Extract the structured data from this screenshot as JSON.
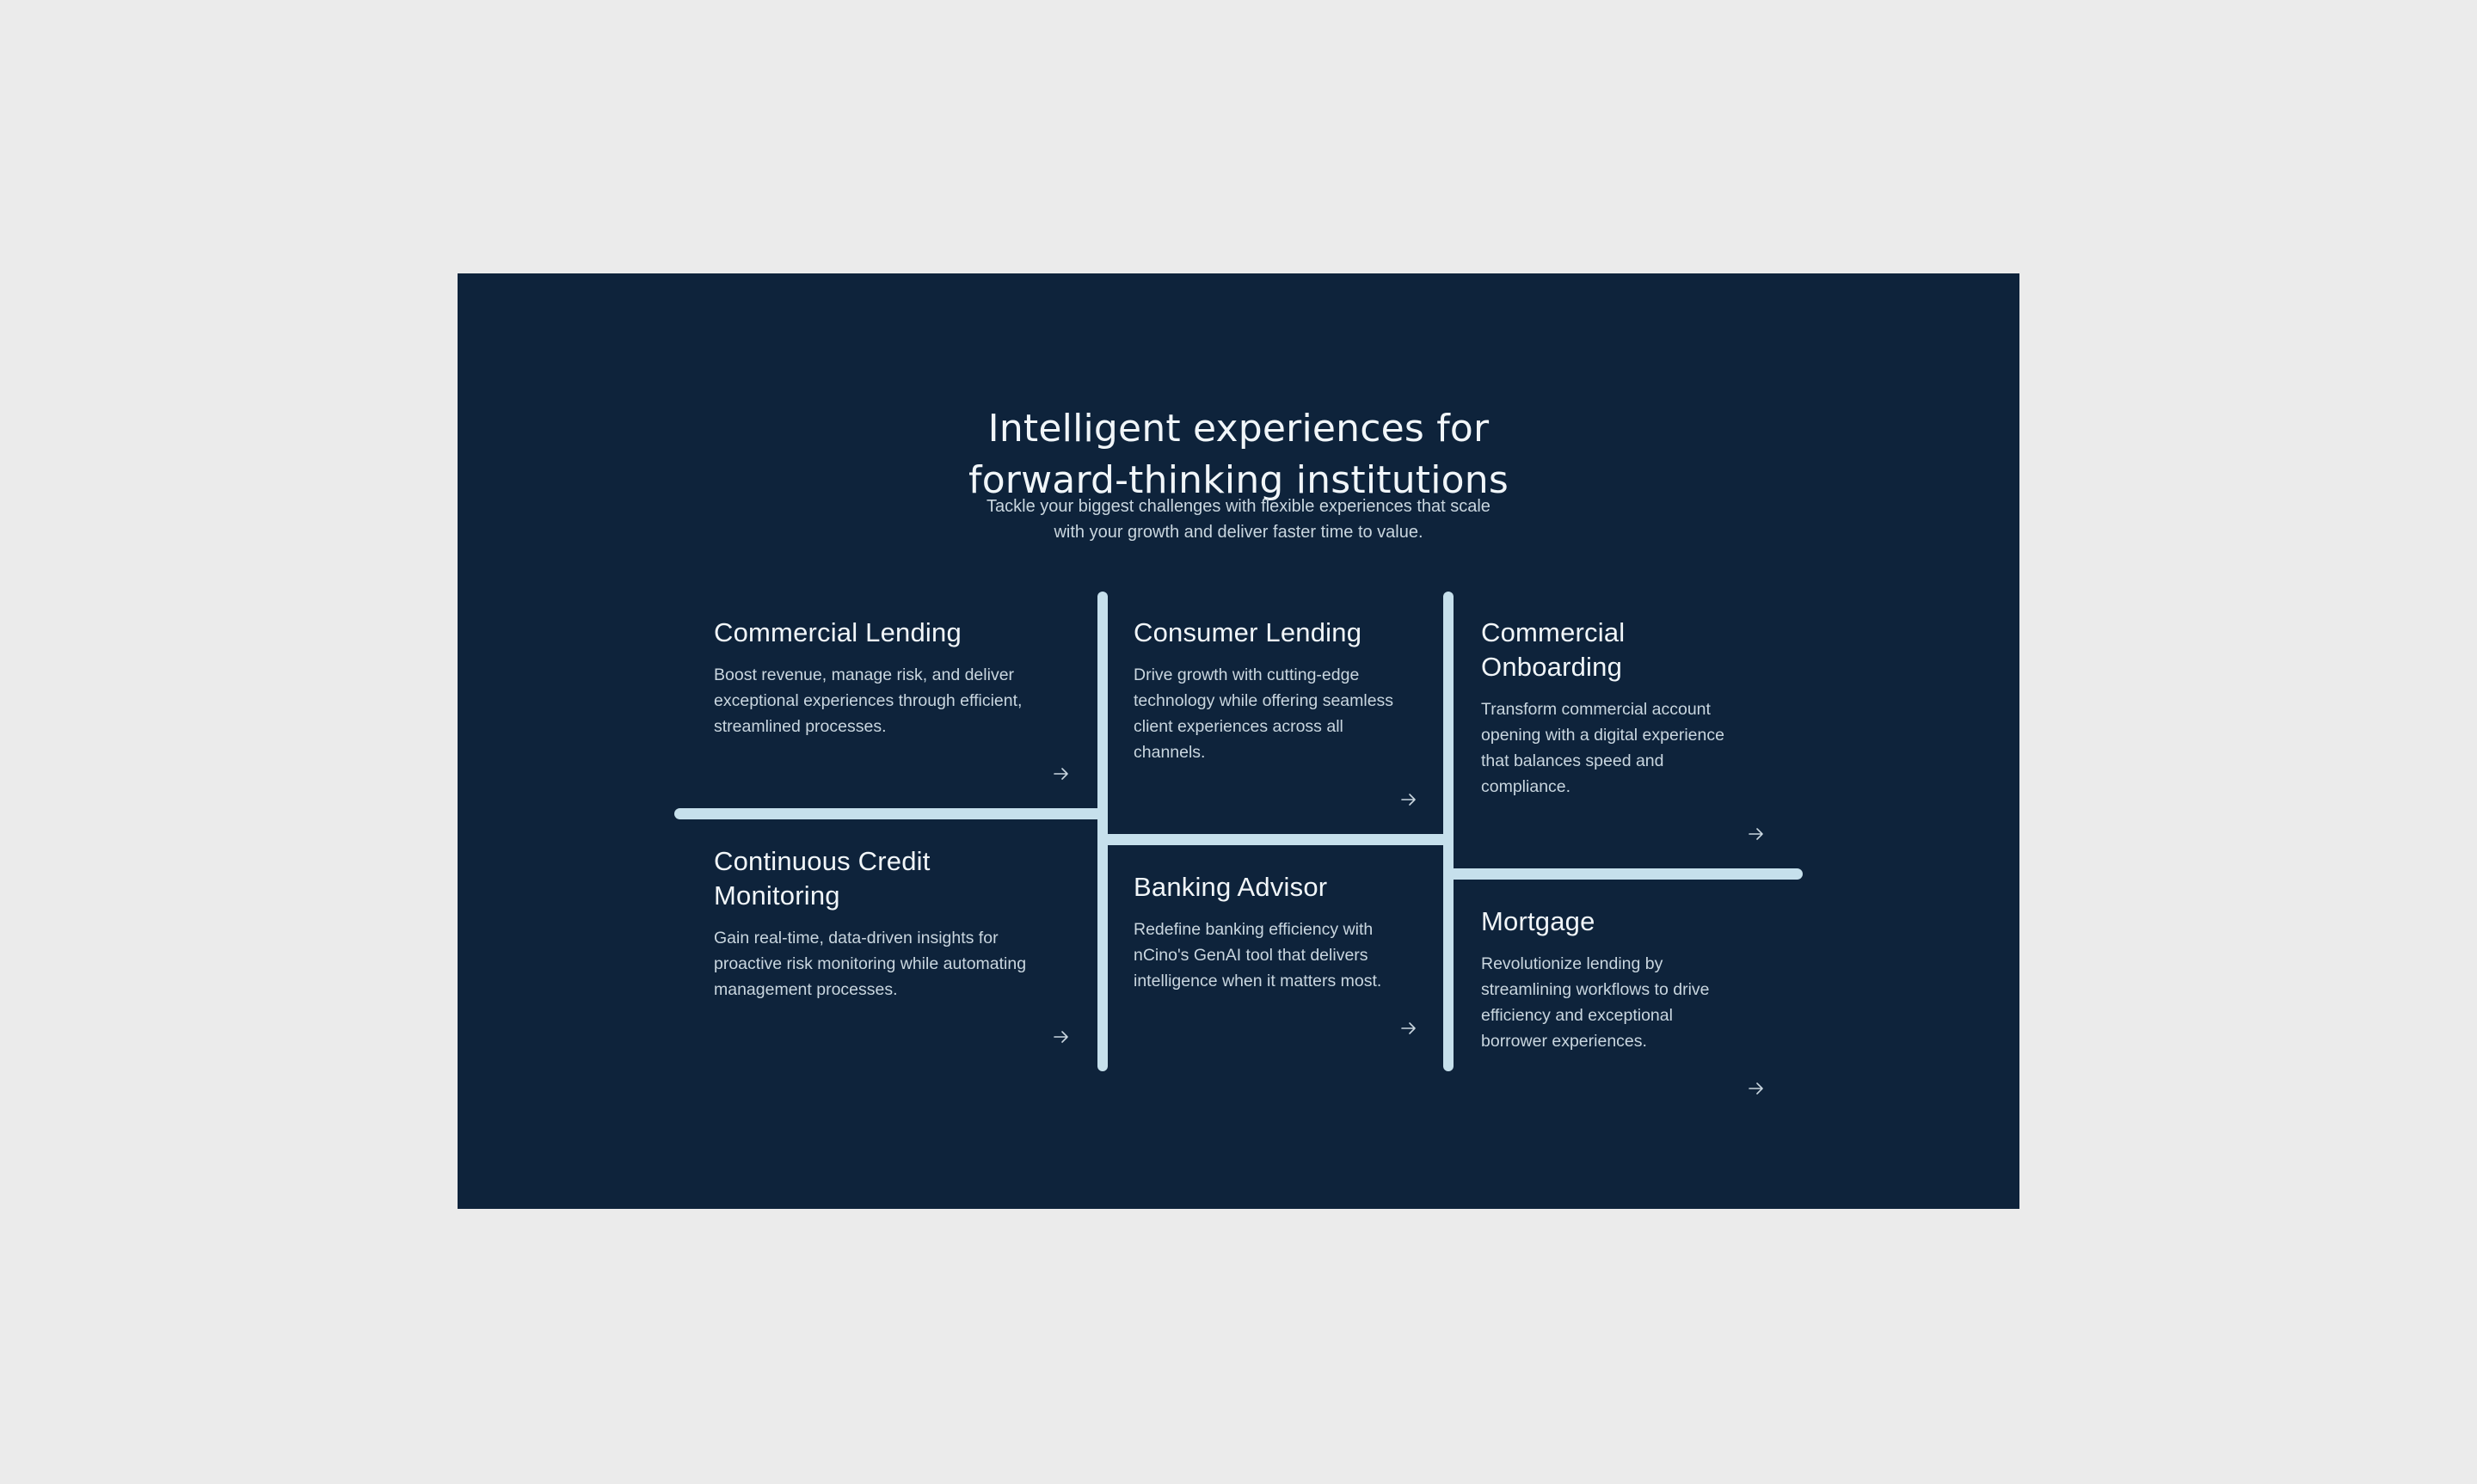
{
  "section": {
    "headline_lines": [
      "Intelligent experiences for",
      "forward-thinking institutions"
    ],
    "subtitle_lines": [
      "Tackle your biggest challenges with flexible experiences that scale",
      "with your growth and deliver faster time to value."
    ]
  },
  "cards": [
    {
      "title_lines": [
        "Commercial Lending"
      ],
      "desc_lines": [
        "Boost revenue, manage risk, and deliver",
        "exceptional experiences through efficient,",
        "streamlined processes."
      ],
      "arrow_icon": "arrow-right-icon"
    },
    {
      "title_lines": [
        "Consumer Lending"
      ],
      "desc_lines": [
        "Drive growth with cutting-edge",
        "technology while offering seamless",
        "client experiences across all",
        "channels."
      ],
      "arrow_icon": "arrow-right-icon"
    },
    {
      "title_lines": [
        "Commercial",
        "Onboarding"
      ],
      "desc_lines": [
        "Transform commercial account",
        "opening with a digital experience",
        "that balances speed and",
        "compliance."
      ],
      "arrow_icon": "arrow-right-icon"
    },
    {
      "title_lines": [
        "Continuous Credit",
        "Monitoring"
      ],
      "desc_lines": [
        "Gain real-time, data-driven insights for",
        "proactive risk monitoring while automating",
        "management processes."
      ],
      "arrow_icon": "arrow-right-icon"
    },
    {
      "title_lines": [
        "Banking Advisor"
      ],
      "desc_lines": [
        "Redefine banking efficiency with",
        "nCino's GenAI tool that delivers",
        "intelligence when it matters most."
      ],
      "arrow_icon": "arrow-right-icon"
    },
    {
      "title_lines": [
        "Mortgage"
      ],
      "desc_lines": [
        "Revolutionize lending by",
        "streamlining workflows to drive",
        "efficiency and exceptional",
        "borrower experiences."
      ],
      "arrow_icon": "arrow-right-icon"
    }
  ],
  "colors": {
    "page_background": "#ebebeb",
    "panel_background": "#0e233b",
    "divider": "#c6e0ec",
    "title_text": "#f1f6f9",
    "body_text": "#c9d6df"
  }
}
